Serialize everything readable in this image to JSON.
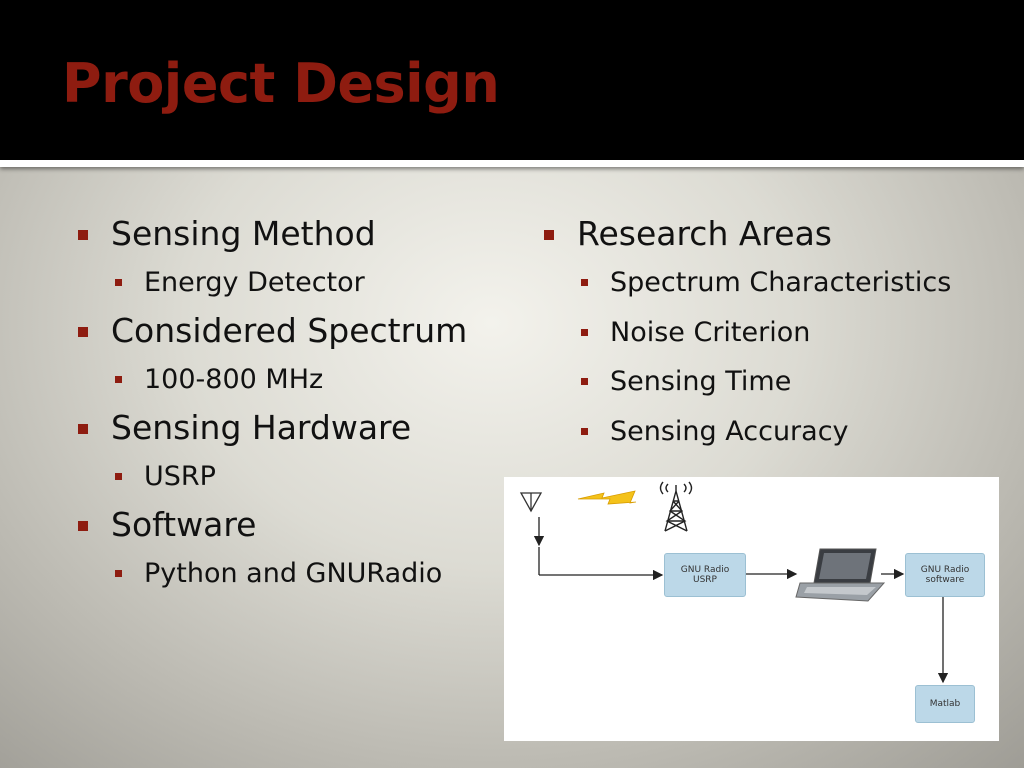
{
  "slide": {
    "title": "Project Design"
  },
  "left_column": [
    {
      "label": "Sensing Method",
      "sub": [
        "Energy Detector"
      ]
    },
    {
      "label": "Considered Spectrum",
      "sub": [
        "100-800 MHz"
      ]
    },
    {
      "label": "Sensing Hardware",
      "sub": [
        "USRP"
      ]
    },
    {
      "label": "Software",
      "sub": [
        "Python and GNURadio"
      ]
    }
  ],
  "right_column": {
    "label": "Research Areas",
    "sub": [
      "Spectrum Characteristics",
      "Noise Criterion",
      "Sensing Time",
      "Sensing Accuracy"
    ]
  },
  "diagram": {
    "usrp_box": {
      "line1": "GNU Radio",
      "line2": "USRP"
    },
    "software_box": {
      "line1": "GNU Radio",
      "line2": "software"
    },
    "matlab_box": "Matlab",
    "icons": [
      "antenna-icon",
      "lightning-icon",
      "radio-tower-icon",
      "laptop-icon"
    ]
  },
  "colors": {
    "title": "#8e1c10",
    "bullet": "#8e1c10",
    "title_bar": "#000000",
    "box_fill": "#bcd8e8"
  }
}
